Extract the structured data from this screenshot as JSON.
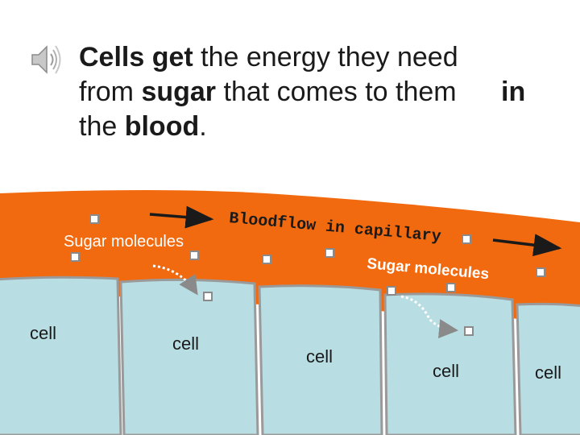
{
  "text": {
    "line1_bold1": "Cells get",
    "line1_rest": " the energy they need",
    "line2_pre": "from ",
    "line2_bold": "sugar",
    "line2_rest": " that comes to them",
    "line3_pre": "the ",
    "line3_bold": "blood",
    "line3_rest": ".",
    "in_word": "in"
  },
  "diagram": {
    "bloodflow_label": "Bloodflow in capillary",
    "sugar_label_left": "Sugar molecules",
    "sugar_label_right": "Sugar molecules",
    "cells": [
      "cell",
      "cell",
      "cell",
      "cell",
      "cell"
    ]
  },
  "colors": {
    "blood": "#f26a0f",
    "cell_fill": "#b8dde2",
    "cell_outline": "#9a9a9a",
    "text": "#1a1a1a"
  },
  "icons": {
    "audio": "speaker-icon"
  }
}
